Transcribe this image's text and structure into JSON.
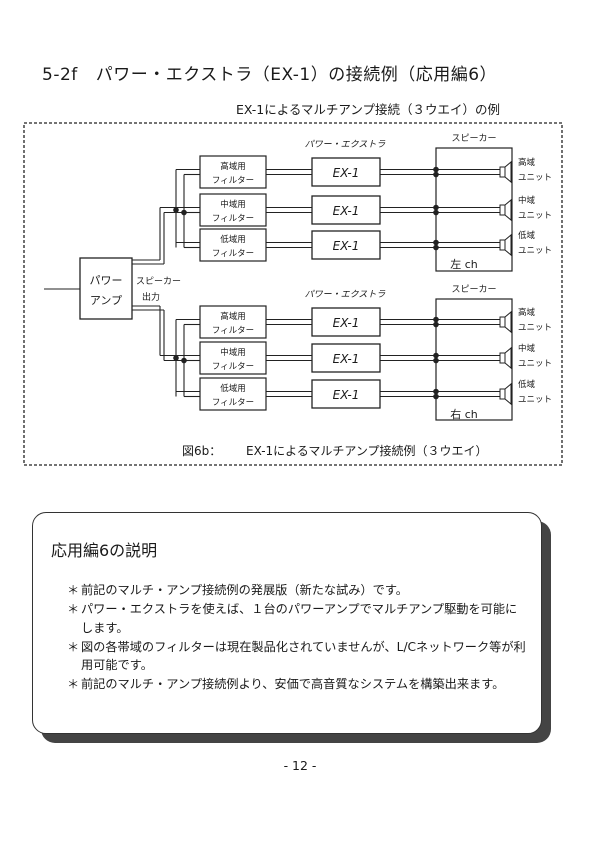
{
  "section": {
    "number": "5-2f",
    "title": "パワー・エクストラ（EX-1）の接続例（応用編6）"
  },
  "subtitle": "EX-1によるマルチアンプ接続（３ウエイ）の例",
  "figure": {
    "caption_number": "図6b：",
    "caption_text": "EX-1によるマルチアンプ接続例（３ウエイ）",
    "amp_label": [
      "パワー",
      "アンプ"
    ],
    "amp_output_label": [
      "スピーカー",
      "出力"
    ],
    "extra_label": "パワー・エクストラ",
    "speaker_label": "スピーカー",
    "unit_label": "EX-1",
    "filters": [
      [
        "高域用",
        "フィルター"
      ],
      [
        "中域用",
        "フィルター"
      ],
      [
        "低域用",
        "フィルター"
      ]
    ],
    "units": [
      [
        "高域",
        "ユニット"
      ],
      [
        "中域",
        "ユニット"
      ],
      [
        "低域",
        "ユニット"
      ]
    ],
    "channels": [
      "左 ch",
      "右 ch"
    ]
  },
  "explanation": {
    "title": "応用編6の説明",
    "bullet": "＊",
    "items": [
      "前記のマルチ・アンプ接続例の発展版（新たな試み）です。",
      "パワー・エクストラを使えば、１台のパワーアンプでマルチアンプ駆動を可能にします。",
      "図の各帯域のフィルターは現在製品化されていませんが、L/Cネットワーク等が利用可能です。",
      "前記のマルチ・アンプ接続例より、安価で高音質なシステムを構築出来ます。"
    ]
  },
  "page_number": "- 12 -"
}
